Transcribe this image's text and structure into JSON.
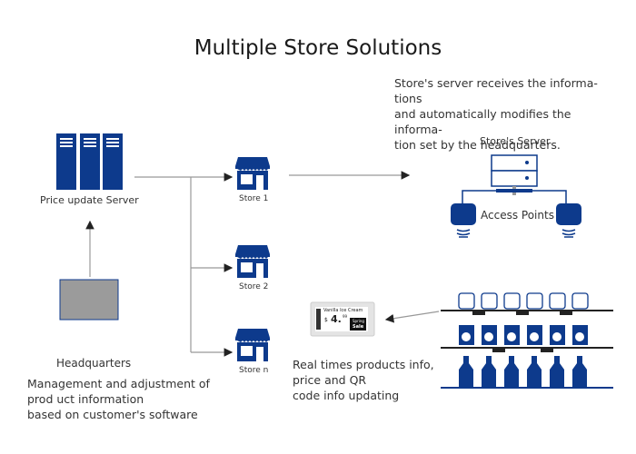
{
  "title": "Multiple Store Solutions",
  "store_server_description": [
    "Store's server receives the informa-tions",
    "and automatically modifies the informa-",
    "tion set by the headquarters."
  ],
  "nodes": {
    "price_server": {
      "label": "Price update Server",
      "icon": "server-rack-icon"
    },
    "headquarters": {
      "label": "Headquarters",
      "icon": "computer-screen-icon"
    },
    "stores": [
      {
        "label": "Store 1",
        "icon": "store-icon"
      },
      {
        "label": "Store 2",
        "icon": "store-icon"
      },
      {
        "label": "Store n",
        "icon": "store-icon"
      }
    ],
    "store_server": {
      "label": "Store's Server",
      "icon": "server-icon"
    },
    "access_points": {
      "label": "Access Points",
      "icon": "access-point-icon"
    },
    "esl_tag": {
      "product": "Vanilla Ice Cream",
      "currency": "$",
      "price": "4.",
      "cents": "99",
      "promo": [
        "Spring",
        "Sale"
      ],
      "icon": "electronic-shelf-label-icon"
    }
  },
  "headquarters_description": [
    "Management and adjustment of",
    "prod uct information",
    "based on customer's software"
  ],
  "esl_description": [
    "Real times products info,",
    "price and QR",
    "code info updating"
  ],
  "colors": {
    "brand_blue": "#0d3a8c",
    "line_gray": "#999999",
    "arrow": "#222222",
    "hq_fill": "#9b9b9b"
  }
}
